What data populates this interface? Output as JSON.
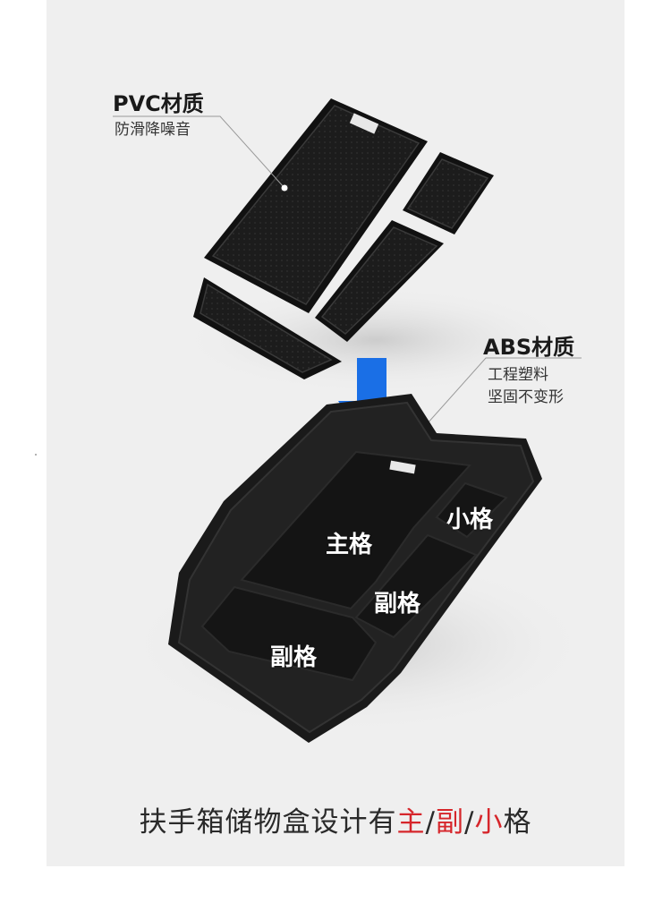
{
  "pvc_label": {
    "title": "PVC材质",
    "subtitle": "防滑降噪音"
  },
  "abs_label": {
    "title": "ABS材质",
    "line1": "工程塑料",
    "line2": "坚固不变形"
  },
  "compartments": {
    "main": "主格",
    "sub_right": "副格",
    "small": "小格",
    "sub_front": "副格"
  },
  "caption": {
    "prefix": "扶手箱储物盒设计有",
    "main": "主",
    "sep1": "/",
    "sub": "副",
    "sep2": "/",
    "small": "小",
    "suffix": "格"
  },
  "colors": {
    "arrow": "#1a6fe6",
    "highlight": "#d6262b",
    "background": "#efefef"
  }
}
